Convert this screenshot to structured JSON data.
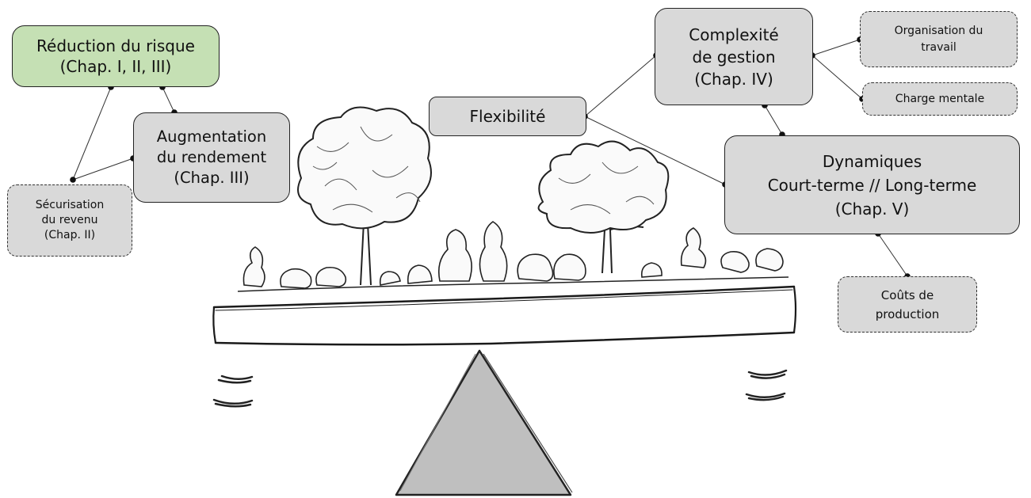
{
  "nodes": {
    "reduction": "Réduction du risque\n(Chap. I, II, III)",
    "augmentation": "Augmentation\ndu rendement\n(Chap. III)",
    "securisation": "Sécurisation\ndu revenu\n(Chap. II)",
    "flexibilite": "Flexibilité",
    "complexite": "Complexité\nde gestion\n(Chap. IV)",
    "organisation": "Organisation du\ntravail",
    "charge": "Charge mentale",
    "dynamiques": "Dynamiques\nCourt-terme // Long-terme\n(Chap. V)",
    "couts": "Coûts de\nproduction"
  },
  "colors": {
    "box_fill": "#d9d9d9",
    "highlight_fill": "#c5e0b4",
    "line": "#222222",
    "fulcrum": "#bfbfbf"
  }
}
